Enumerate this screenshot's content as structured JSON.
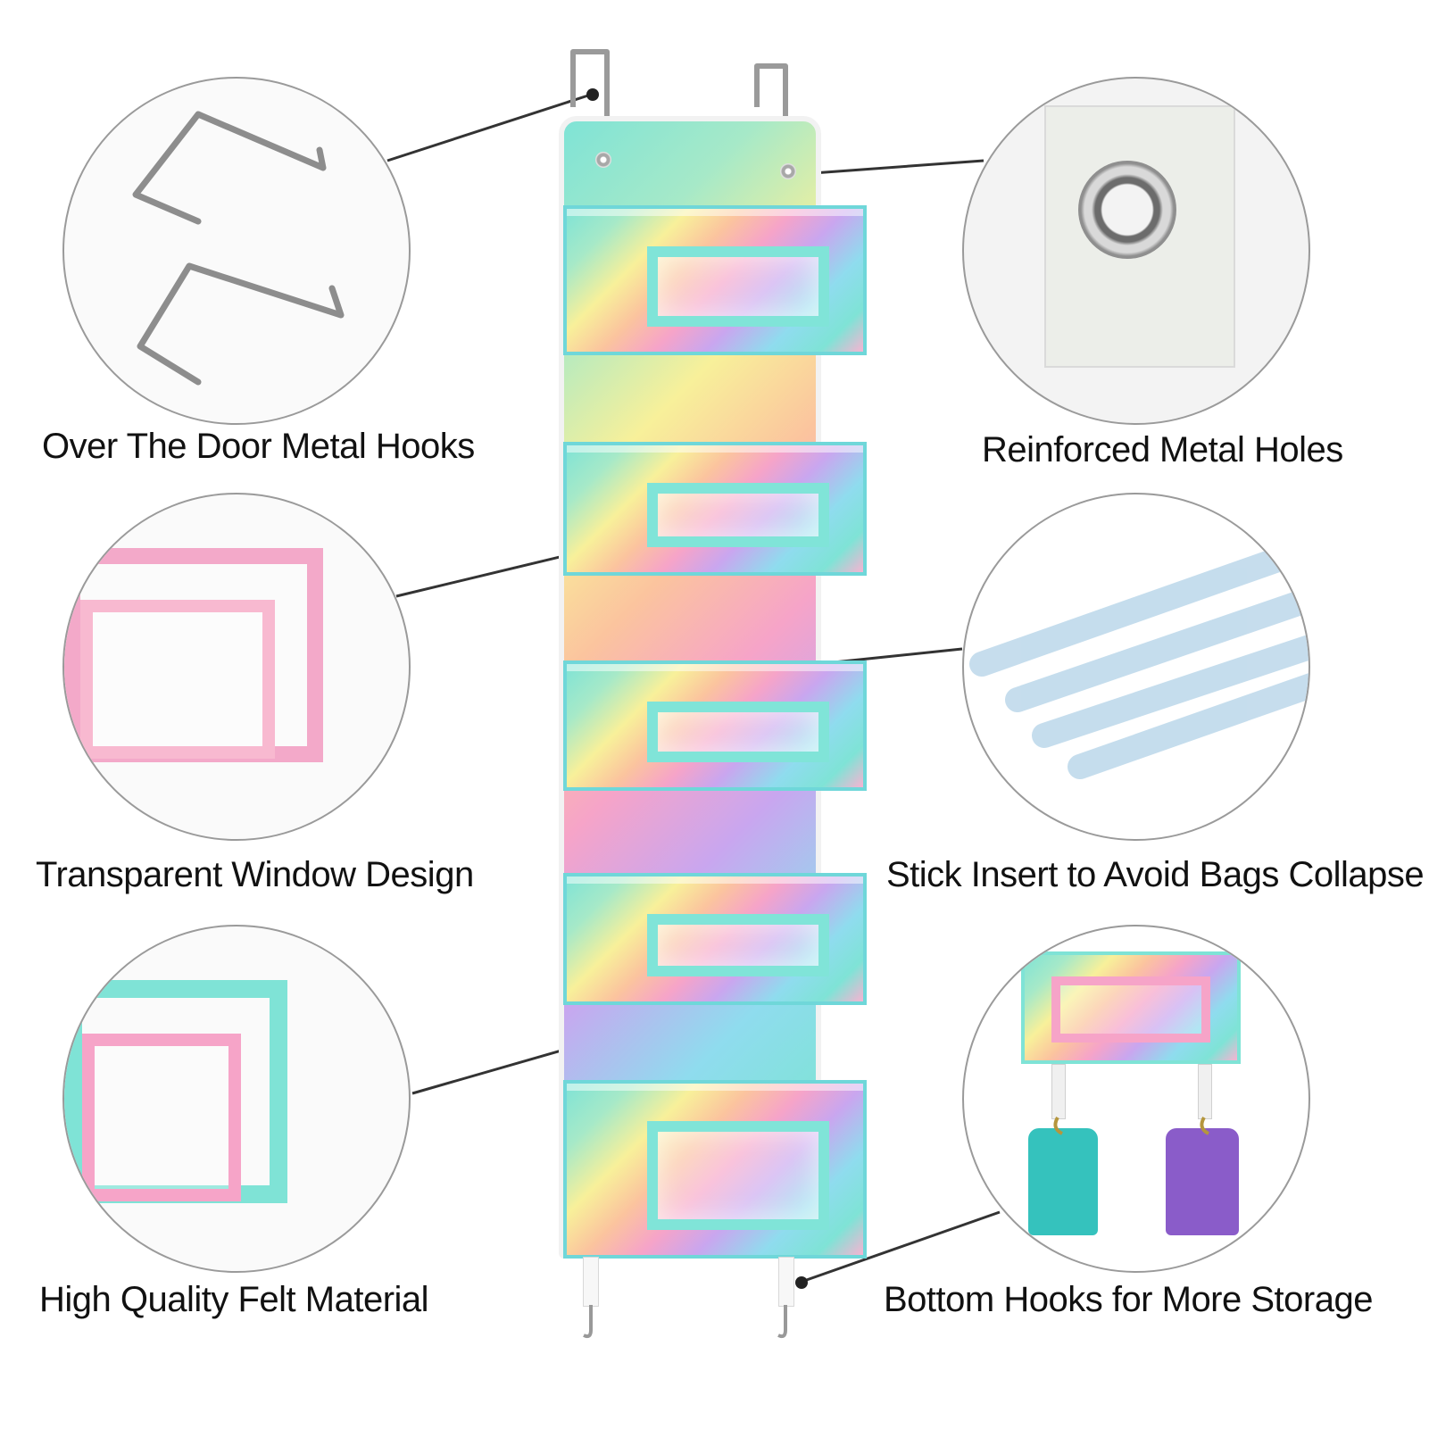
{
  "features": {
    "hooks": {
      "caption": "Over The Door Metal Hooks",
      "icon": "metal-hook-icon"
    },
    "holes": {
      "caption": "Reinforced Metal Holes",
      "icon": "grommet-icon"
    },
    "window": {
      "caption": "Transparent Window Design",
      "icon": "window-pocket-icon"
    },
    "stick": {
      "caption": "Stick Insert to Avoid Bags Collapse",
      "icon": "plastic-stick-icon"
    },
    "felt": {
      "caption": "High Quality Felt Material",
      "icon": "felt-texture-icon"
    },
    "bottom_hooks": {
      "caption": "Bottom Hooks for More Storage",
      "icon": "bottom-hook-icon"
    }
  },
  "product": {
    "pockets": 5,
    "colors": {
      "teal": "#7fe3d6",
      "yellow": "#f8f09a",
      "pink": "#f6a4c8",
      "purple": "#c9a6ef"
    }
  }
}
